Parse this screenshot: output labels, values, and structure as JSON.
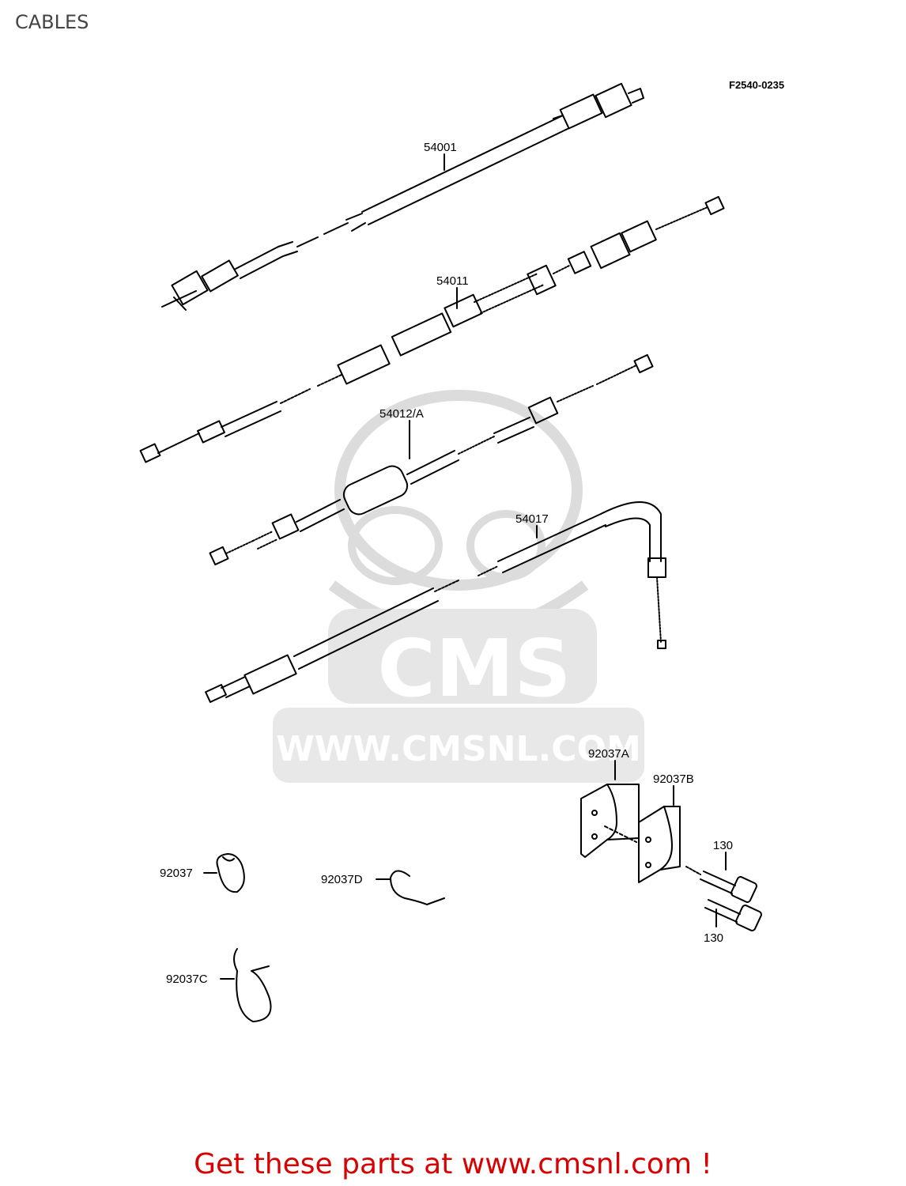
{
  "page": {
    "title": "CABLES",
    "ref_code": "F2540-0235"
  },
  "watermark": {
    "brand": "CMS",
    "url": "WWW.CMSNL.COM"
  },
  "parts": {
    "p54001": "54001",
    "p54011": "54011",
    "p54012": "54012/A",
    "p54017": "54017",
    "p92037A": "92037A",
    "p92037B": "92037B",
    "p92037": "92037",
    "p92037D": "92037D",
    "p92037C": "92037C",
    "p130a": "130",
    "p130b": "130"
  },
  "footer": {
    "text": "Get these parts at www.cmsnl.com !"
  },
  "colors": {
    "footer": "#d80000",
    "watermark": "#dcdcdc",
    "lines": "#000000"
  }
}
